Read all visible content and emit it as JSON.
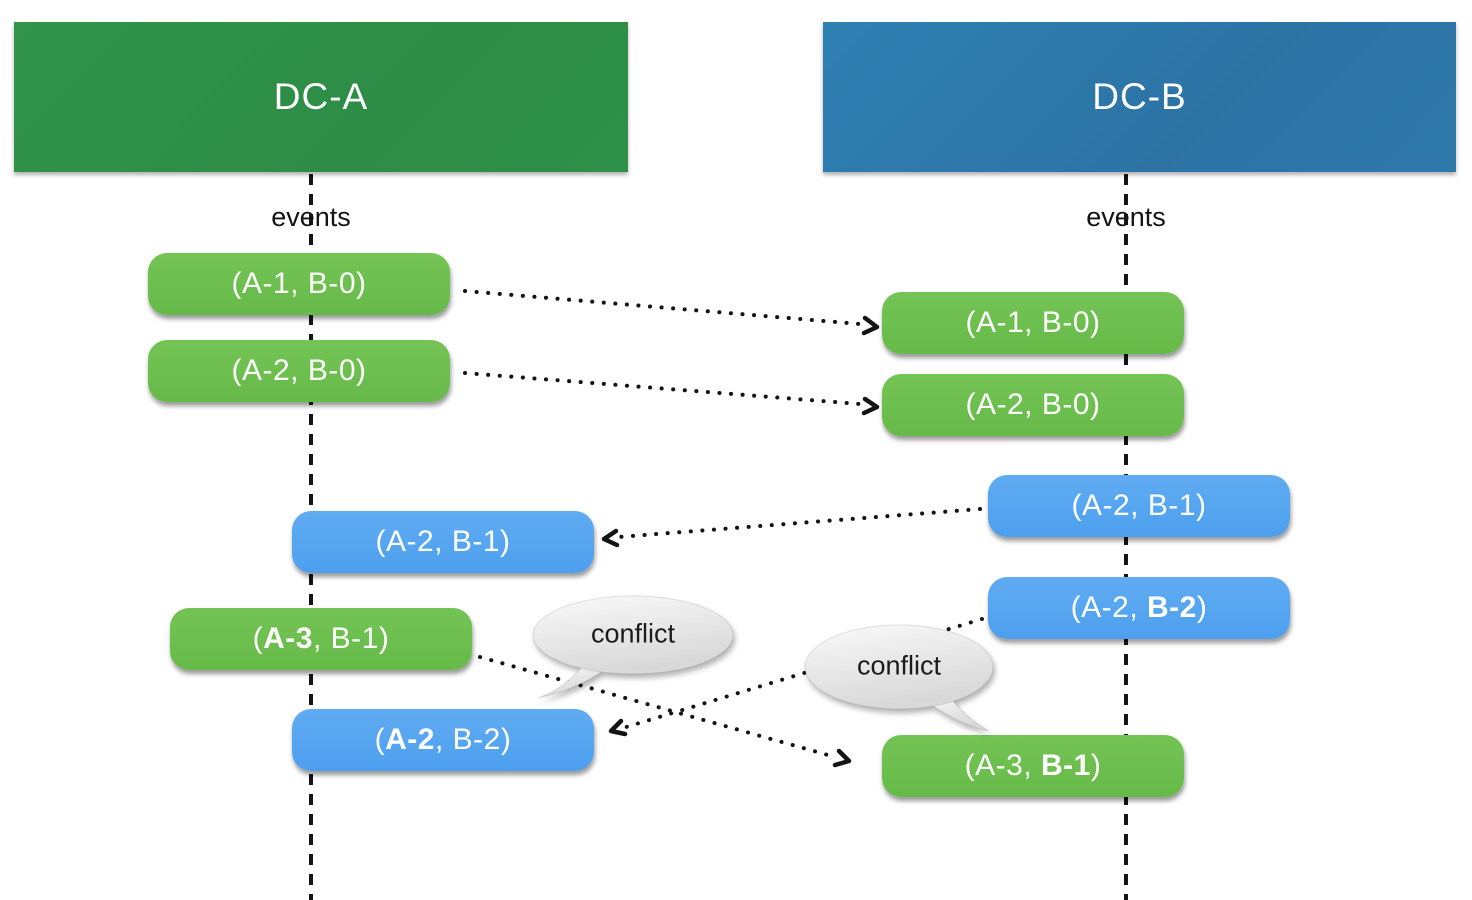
{
  "headers": {
    "left": "DC-A",
    "right": "DC-B"
  },
  "timeline_labels": {
    "left": "events",
    "right": "events"
  },
  "conflict_bubbles": [
    {
      "label": "conflict"
    },
    {
      "label": "conflict"
    }
  ],
  "pills": {
    "left": [
      {
        "id": "A1-B0",
        "color": "green",
        "segments": [
          {
            "text": "(A-1, B-0)",
            "bold": false
          }
        ]
      },
      {
        "id": "A2-B0",
        "color": "green",
        "segments": [
          {
            "text": "(A-2, B-0)",
            "bold": false
          }
        ]
      },
      {
        "id": "A2-B1",
        "color": "blue",
        "segments": [
          {
            "text": "(A-2, B-1)",
            "bold": false
          }
        ]
      },
      {
        "id": "A3-B1",
        "color": "green",
        "segments": [
          {
            "text": "(",
            "bold": false
          },
          {
            "text": "A-3",
            "bold": true
          },
          {
            "text": ", B-1)",
            "bold": false
          }
        ]
      },
      {
        "id": "A2-B2",
        "color": "blue",
        "segments": [
          {
            "text": "(",
            "bold": false
          },
          {
            "text": "A-2",
            "bold": true
          },
          {
            "text": ", B-2)",
            "bold": false
          }
        ]
      }
    ],
    "right": [
      {
        "id": "A1-B0",
        "color": "green",
        "segments": [
          {
            "text": "(A-1, B-0)",
            "bold": false
          }
        ]
      },
      {
        "id": "A2-B0",
        "color": "green",
        "segments": [
          {
            "text": "(A-2, B-0)",
            "bold": false
          }
        ]
      },
      {
        "id": "A2-B1",
        "color": "blue",
        "segments": [
          {
            "text": "(A-2, B-1)",
            "bold": false
          }
        ]
      },
      {
        "id": "A2-B2",
        "color": "blue",
        "segments": [
          {
            "text": "(A-2, ",
            "bold": false
          },
          {
            "text": "B-2",
            "bold": true
          },
          {
            "text": ")",
            "bold": false
          }
        ]
      },
      {
        "id": "A3-B1",
        "color": "green",
        "segments": [
          {
            "text": "(A-3, ",
            "bold": false
          },
          {
            "text": "B-1",
            "bold": true
          },
          {
            "text": ")",
            "bold": false
          }
        ]
      }
    ]
  },
  "replication_arrows": [
    {
      "from": "DC-A (A-1, B-0)",
      "to": "DC-B (A-1, B-0)"
    },
    {
      "from": "DC-A (A-2, B-0)",
      "to": "DC-B (A-2, B-0)"
    },
    {
      "from": "DC-B (A-2, B-1)",
      "to": "DC-A (A-2, B-1)"
    },
    {
      "from": "DC-A (A-3, B-1)",
      "to": "DC-B (A-3, B-1)",
      "conflict": true
    },
    {
      "from": "DC-B (A-2, B-2)",
      "to": "DC-A (A-2, B-2)",
      "conflict": true
    }
  ],
  "colors": {
    "header_green": "#2f9149",
    "header_blue": "#2e78aa",
    "pill_green": "#6cbe4c",
    "pill_blue": "#55a5f0",
    "bubble_fill": "#e8e8e8",
    "line_black": "#141414",
    "text_white": "#ffffff"
  }
}
